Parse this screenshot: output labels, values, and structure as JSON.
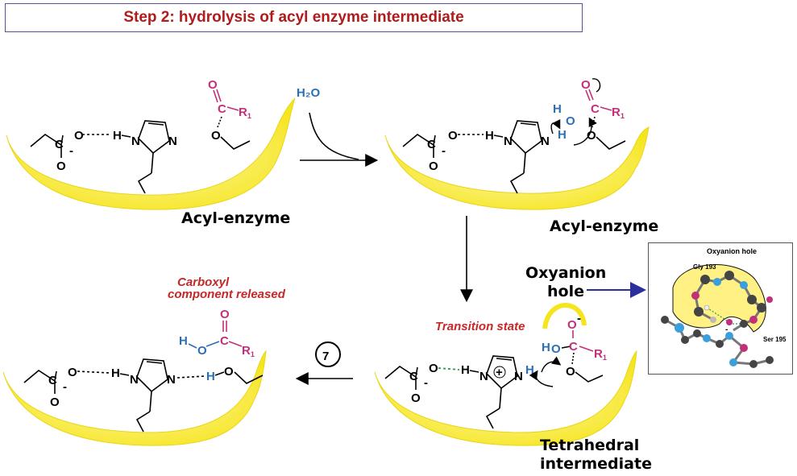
{
  "title": "Step 2: hydrolysis of acyl enzyme intermediate",
  "labels": {
    "acyl_enzyme_1": "Acyl-enzyme",
    "acyl_enzyme_2": "Acyl-enzyme",
    "water": "H₂O",
    "oxyanion_hole": [
      "Oxyanion",
      "hole"
    ],
    "transition_state": "Transition state",
    "tetrahedral": [
      "Tetrahedral",
      "intermediate"
    ],
    "carboxyl_released": [
      "Carboxyl",
      "component released"
    ],
    "step_number": "7"
  },
  "inset": {
    "title": "Oxyanion hole",
    "gly": "Gly 193",
    "ser": "Ser 195",
    "charge": "-"
  },
  "atoms": {
    "O": "O",
    "H": "H",
    "N": "N",
    "C": "C",
    "R": "R",
    "sub1": "1",
    "minus": "-",
    "plus": "+"
  },
  "colors": {
    "title": "#b01b1b",
    "magenta": "#c2307a",
    "blue": "#2d6fb3",
    "red_label": "#c62828",
    "enzyme": "#fbef3d",
    "navy_arrow": "#2a2f9a",
    "green_hbond": "#2e9a4a"
  }
}
